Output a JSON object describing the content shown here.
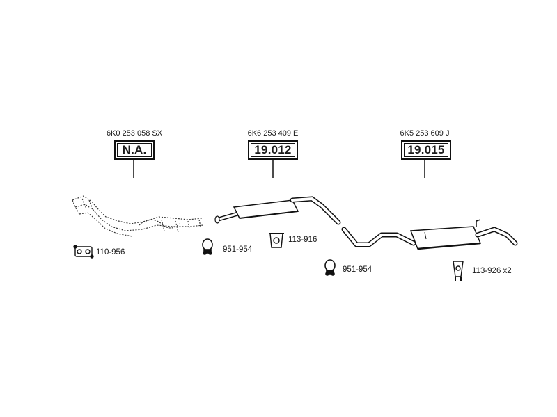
{
  "sections": [
    {
      "oem": "6K0 253 058 SX",
      "badge": "N.A."
    },
    {
      "oem": "6K6 253 409 E",
      "badge": "19.012"
    },
    {
      "oem": "6K5 253 609 J",
      "badge": "19.015"
    }
  ],
  "accessories": [
    {
      "code": "110-956",
      "icon": "flange-gasket-icon"
    },
    {
      "code": "951-954",
      "icon": "pipe-clamp-icon"
    },
    {
      "code": "113-916",
      "icon": "rubber-hanger-icon"
    },
    {
      "code": "951-954",
      "icon": "pipe-clamp-icon"
    },
    {
      "code": "113-926 x2",
      "icon": "rubber-hanger-icon"
    }
  ]
}
